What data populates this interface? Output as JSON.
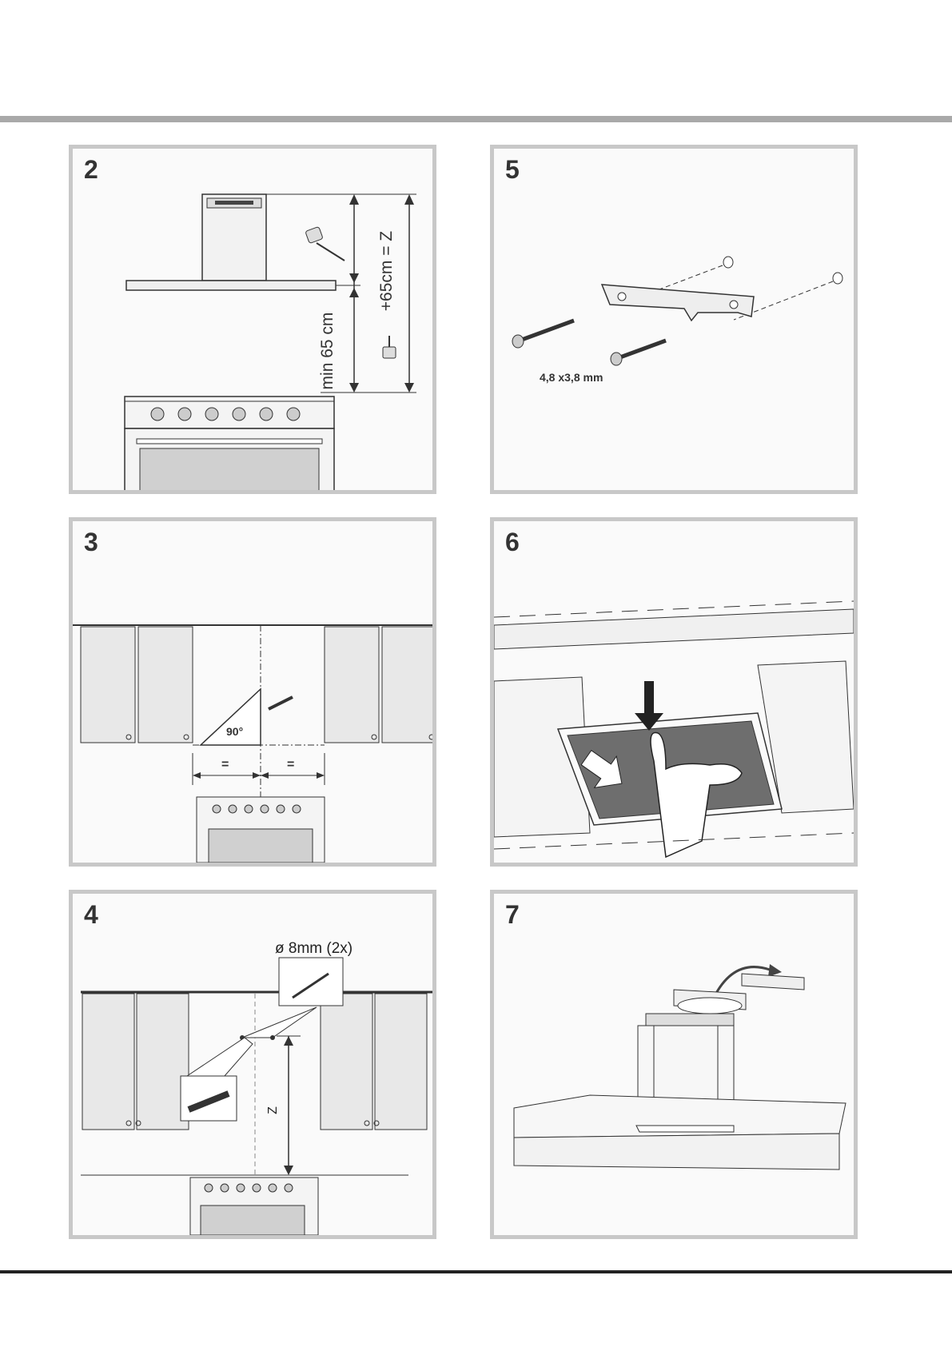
{
  "panels": {
    "p2": {
      "number": "2",
      "label_min": "min 65 cm",
      "label_total": "+65cm = Z"
    },
    "p3": {
      "number": "3",
      "angle": "90°",
      "eq_left": "=",
      "eq_right": "="
    },
    "p4": {
      "number": "4",
      "drill": "ø 8mm (2x)",
      "z": "Z"
    },
    "p5": {
      "number": "5",
      "screw": "4,8 x3,8 mm"
    },
    "p6": {
      "number": "6"
    },
    "p7": {
      "number": "7"
    }
  },
  "colors": {
    "frame": "#c8c8c8",
    "bar": "#a9a9a9",
    "filter": "#6e6e6e"
  }
}
